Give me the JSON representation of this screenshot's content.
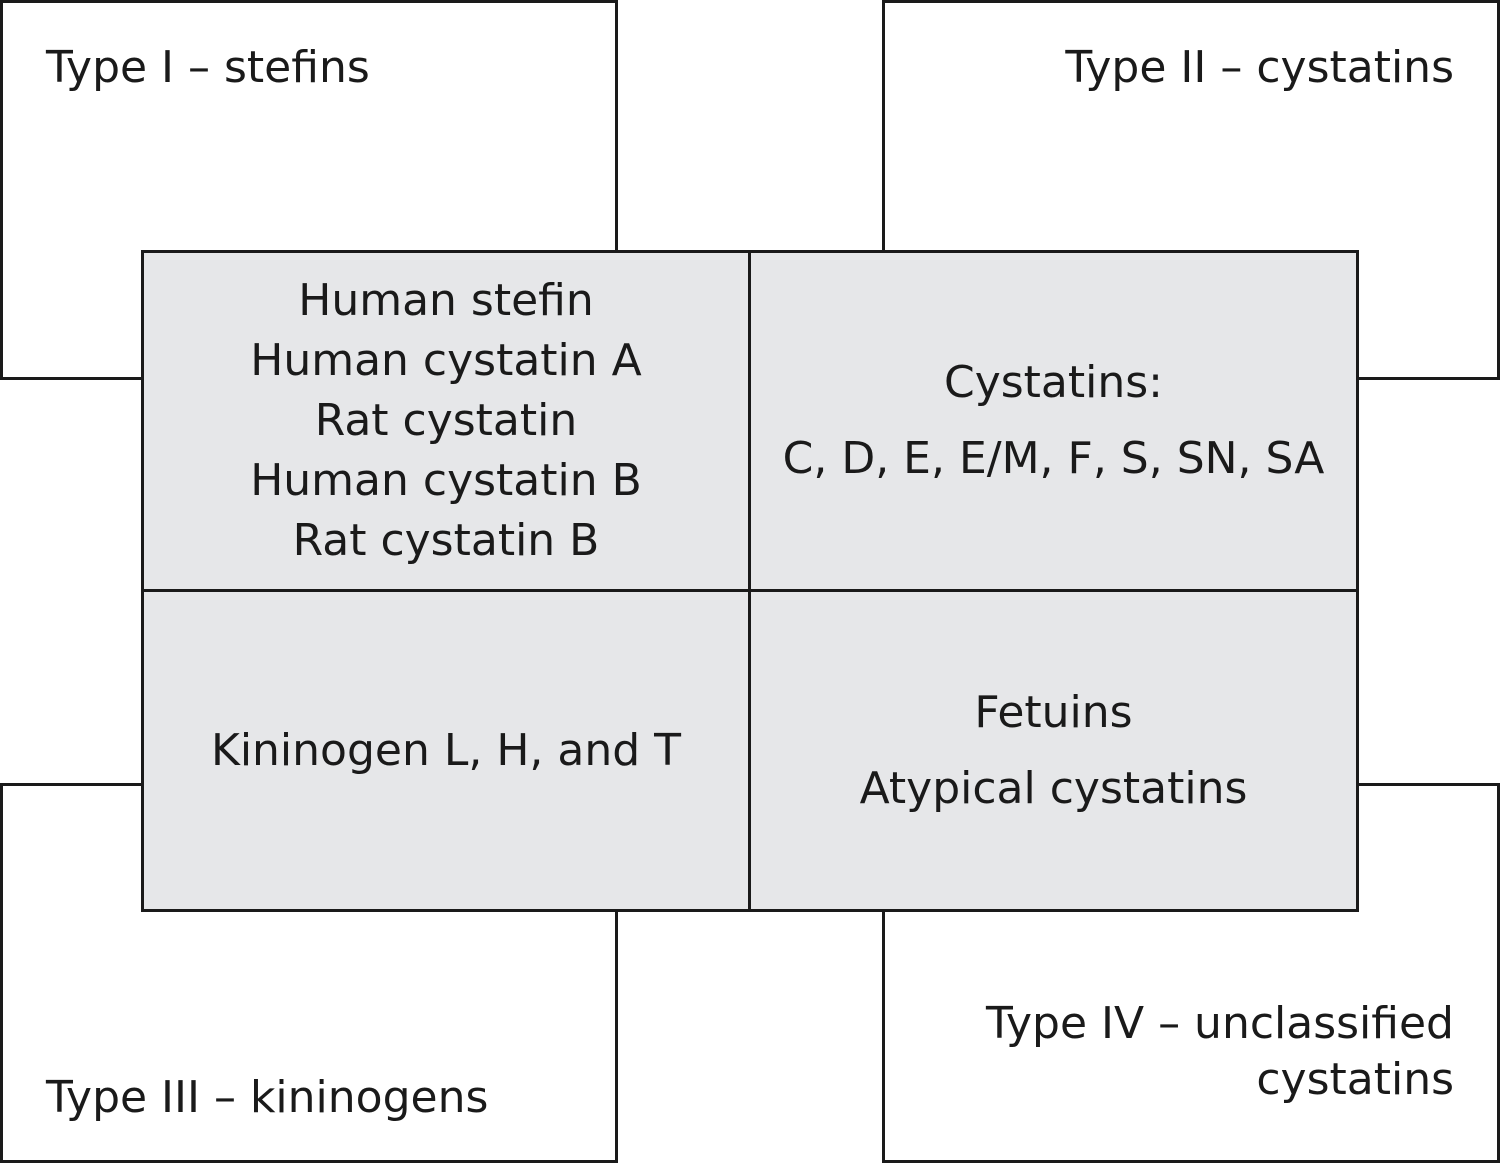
{
  "type_labels": {
    "type1": "Type I – stefins",
    "type2": "Type II – cystatins",
    "type3": "Type III – kininogens",
    "type4_line1": "Type IV – unclassified",
    "type4_line2": "cystatins"
  },
  "cells": {
    "type1_members": [
      "Human stefin",
      "Human cystatin A",
      "Rat cystatin",
      "Human cystatin B",
      "Rat cystatin B"
    ],
    "type2_members": [
      "Cystatins:",
      "C, D, E, E/M, F, S, SN, SA"
    ],
    "type3_members": [
      "Kininogen L, H, and T"
    ],
    "type4_members": [
      "Fetuins",
      "Atypical cystatins"
    ]
  }
}
